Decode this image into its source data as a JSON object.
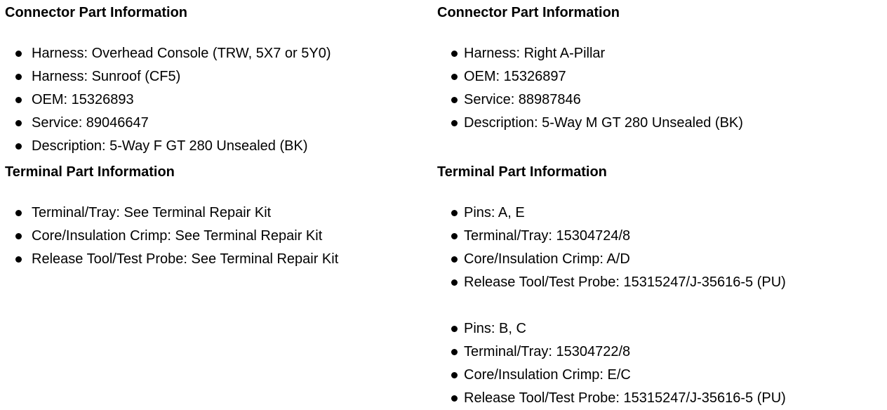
{
  "colors": {
    "text": "#000000",
    "background": "#ffffff",
    "bullet": "#000000"
  },
  "columns": [
    {
      "sections": [
        {
          "heading": "Connector Part Information",
          "groups": [
            {
              "items": [
                "Harness: Overhead Console (TRW, 5X7 or 5Y0)",
                "Harness: Sunroof (CF5)",
                "OEM: 15326893",
                "Service: 89046647",
                "Description: 5-Way F GT 280 Unsealed (BK)"
              ]
            }
          ]
        },
        {
          "heading": "Terminal Part Information",
          "groups": [
            {
              "items": [
                "Terminal/Tray: See Terminal Repair Kit",
                "Core/Insulation Crimp: See Terminal Repair Kit",
                "Release Tool/Test Probe: See Terminal Repair Kit"
              ]
            }
          ]
        }
      ]
    },
    {
      "sections": [
        {
          "heading": "Connector Part Information",
          "groups": [
            {
              "items": [
                "Harness: Right A-Pillar",
                "OEM: 15326897",
                "Service: 88987846",
                "Description: 5-Way M GT 280 Unsealed (BK)"
              ]
            }
          ]
        },
        {
          "heading": "Terminal Part Information",
          "groups": [
            {
              "items": [
                "Pins: A, E",
                "Terminal/Tray: 15304724/8",
                "Core/Insulation Crimp: A/D",
                "Release Tool/Test Probe: 15315247/J-35616-5 (PU)"
              ]
            },
            {
              "items": [
                "Pins: B, C",
                "Terminal/Tray: 15304722/8",
                "Core/Insulation Crimp: E/C",
                "Release Tool/Test Probe: 15315247/J-35616-5 (PU)"
              ]
            }
          ]
        }
      ]
    }
  ]
}
